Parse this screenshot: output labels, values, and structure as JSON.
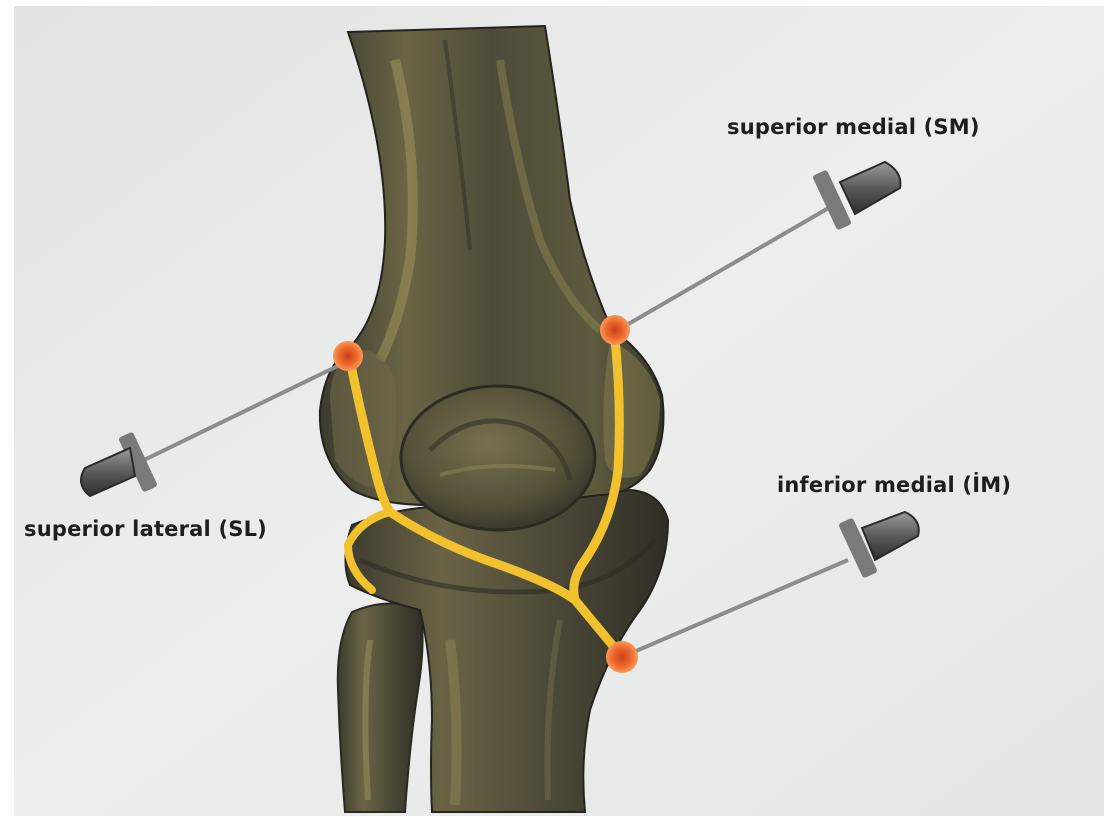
{
  "labels": {
    "superior_medial": "superior medial (SM)",
    "inferior_medial": "inferior medial (İM)",
    "superior_lateral": "superior lateral (SL)"
  },
  "colors": {
    "paper": "#e9ebeb",
    "bone": "#57553f",
    "bone_highlight": "#8f8651",
    "bone_shadow": "#2a2a22",
    "nerve": "#f2c22e",
    "target_point": "#ef6a2a",
    "needle": "#8c8c8c",
    "hub": "#444444"
  }
}
